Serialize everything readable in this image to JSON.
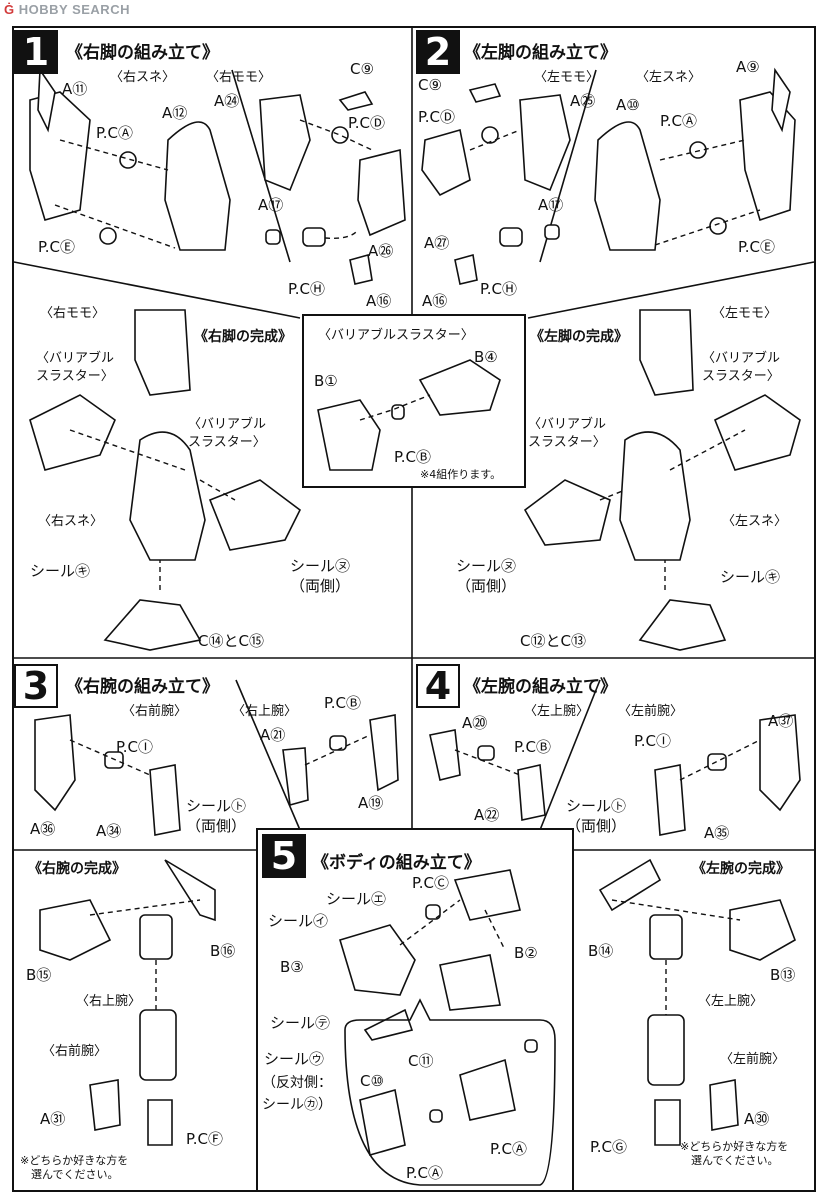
{
  "watermark": {
    "part1": "Ġ",
    "part2": "HOBBY SEARCH"
  },
  "step1": {
    "num": "1",
    "title": "《右脚の組み立て》",
    "labels": {
      "sune": "〈右スネ〉",
      "momo": "〈右モモ〉",
      "a11": "A⑪",
      "a12": "A⑫",
      "a24": "A㉔",
      "c9": "C⑨",
      "pcA": "P.CⒶ",
      "pcD": "P.CⒹ",
      "pcE": "P.CⒺ",
      "a17": "A⑰",
      "a26": "A㉖",
      "pcH": "P.CⒽ",
      "a16": "A⑯"
    }
  },
  "step2": {
    "num": "2",
    "title": "《左脚の組み立て》",
    "labels": {
      "c9": "C⑨",
      "momo": "〈左モモ〉",
      "sune": "〈左スネ〉",
      "a9": "A⑨",
      "pcD": "P.CⒹ",
      "a25": "A㉕",
      "a10": "A⑩",
      "pcA": "P.CⒶ",
      "a27": "A㉗",
      "a17": "A⑰",
      "pcE": "P.CⒺ",
      "a16": "A⑯",
      "pcH": "P.CⒽ"
    }
  },
  "right_leg_done": {
    "title": "《右脚の完成》",
    "momo": "〈右モモ〉",
    "thr1": "〈バリアブル\n  スラスター〉",
    "thr2": "〈バリアブル\n  スラスター〉",
    "sune": "〈右スネ〉",
    "seal_ki": "シール㋖",
    "seal_nu": "シール㋦\n（両側）",
    "c14c15": "C⑭とC⑮"
  },
  "thruster": {
    "title": "〈バリアブルスラスター〉",
    "b4": "B④",
    "b1": "B①",
    "pcB": "P.CⒷ",
    "note": "※4組作ります。"
  },
  "left_leg_done": {
    "title": "《左脚の完成》",
    "momo": "〈左モモ〉",
    "thr1": "〈バリアブル\n  スラスター〉",
    "thr2": "〈バリアブル\n  スラスター〉",
    "sune": "〈左スネ〉",
    "seal_nu": "シール㋦\n（両側）",
    "seal_ki": "シール㋖",
    "c12c13": "C⑫とC⑬"
  },
  "step3": {
    "num": "3",
    "title": "《右腕の組み立て》",
    "labels": {
      "zenwan": "〈右前腕〉",
      "jowan": "〈右上腕〉",
      "pcB": "P.CⒷ",
      "a21": "A㉑",
      "pcI": "P.CⒾ",
      "a19": "A⑲",
      "seal_to": "シール㋣\n（両側）",
      "a36": "A㊱",
      "a34": "A㉞"
    }
  },
  "step4": {
    "num": "4",
    "title": "《左腕の組み立て》",
    "labels": {
      "a20": "A⑳",
      "jowan": "〈左上腕〉",
      "zenwan": "〈左前腕〉",
      "a37": "A㊲",
      "pcB": "P.CⒷ",
      "pcI": "P.CⒾ",
      "a22": "A㉒",
      "seal_to": "シール㋣\n（両側）",
      "a35": "A㉟"
    }
  },
  "right_arm_done": {
    "title": "《右腕の完成》",
    "b15": "B⑮",
    "b16": "B⑯",
    "jowan": "〈右上腕〉",
    "zenwan": "〈右前腕〉",
    "a31": "A㉛",
    "pcF": "P.CⒻ",
    "note": "※どちらか好きな方を\n　選んでください。"
  },
  "step5": {
    "num": "5",
    "title": "《ボディの組み立て》",
    "labels": {
      "pcC": "P.CⒸ",
      "seal_e": "シール㋓",
      "seal_i": "シール㋑",
      "b2": "B②",
      "b3": "B③",
      "seal_te": "シール㋢",
      "seal_u": "シール㋒",
      "hantai": "（反対側：\n シール㋕）",
      "c11": "C⑪",
      "c10": "C⑩",
      "pcA1": "P.CⒶ",
      "pcA2": "P.CⒶ"
    }
  },
  "left_arm_done": {
    "title": "《左腕の完成》",
    "b14": "B⑭",
    "b13": "B⑬",
    "jowan": "〈左上腕〉",
    "zenwan": "〈左前腕〉",
    "a30": "A㉚",
    "pcG": "P.CⒼ",
    "note": "※どちらか好きな方を\n　選んでください。"
  }
}
